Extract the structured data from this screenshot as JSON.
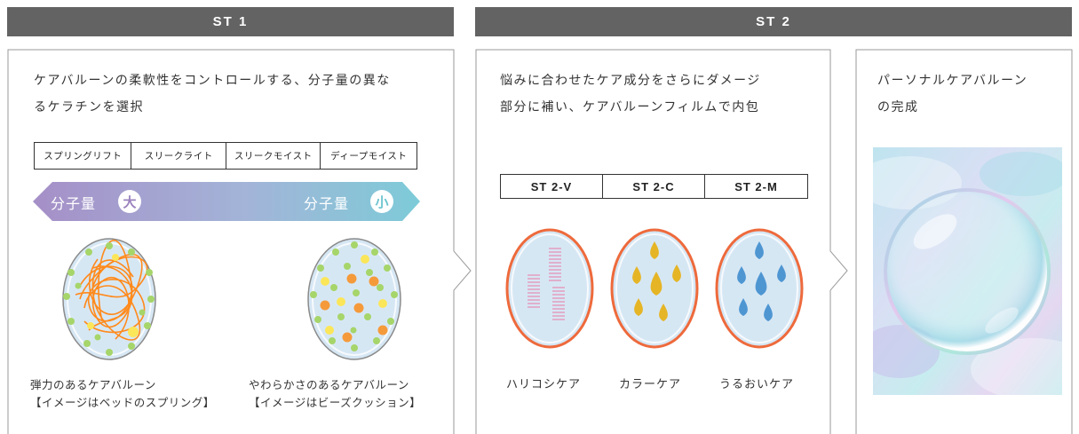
{
  "headers": {
    "st1": "ST 1",
    "st2": "ST 2"
  },
  "st1": {
    "description_line1": "ケアバルーンの柔軟性をコントロールする、分子量の異な",
    "description_line2": "るケラチンを選択",
    "types": [
      "スプリングリフト",
      "スリークライト",
      "スリークモイスト",
      "ディープモイスト"
    ],
    "molecular_weight_label": "分子量",
    "large": "大",
    "small": "小",
    "left_caption_line1": "弾力のあるケアバルーン",
    "left_caption_line2": "【イメージはベッドのスプリング】",
    "right_caption_line1": "やわらかさのあるケアバルーン",
    "right_caption_line2": "【イメージはビーズクッション】"
  },
  "st2": {
    "description_line1": "悩みに合わせたケア成分をさらにダメージ",
    "description_line2": "部分に補い、ケアバルーンフィルムで内包",
    "variants": [
      {
        "code": "ST 2-V",
        "label": "ハリコシケア"
      },
      {
        "code": "ST 2-C",
        "label": "カラーケア"
      },
      {
        "code": "ST 2-M",
        "label": "うるおいケア"
      }
    ]
  },
  "final": {
    "description_line1": "パーソナルケアバルーン",
    "description_line2": "の完成"
  },
  "colors": {
    "header_bg": "#636363",
    "arrow_left": "#a58fc7",
    "arrow_right": "#7dcbd8",
    "membrane": "#ee6a3c",
    "gold_drop": "#e5b526",
    "blue_drop": "#4e96d2",
    "spring": "#e590b5"
  }
}
